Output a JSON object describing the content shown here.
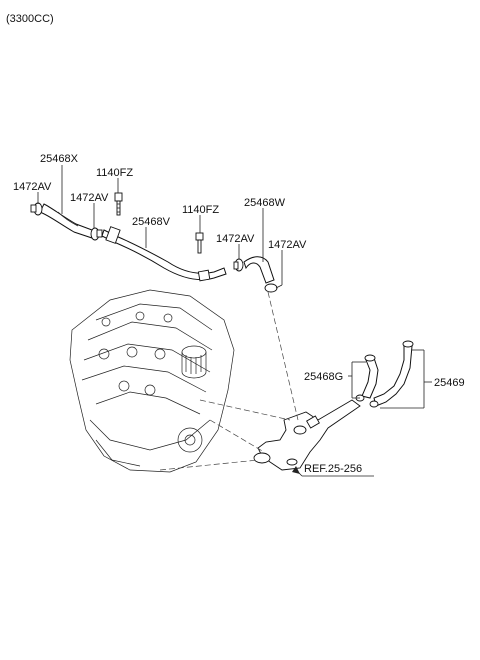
{
  "header": {
    "variant": "(3300CC)"
  },
  "labels": {
    "p25468X": "25468X",
    "p1472AV_a": "1472AV",
    "p1140FZ_a": "1140FZ",
    "p1472AV_b": "1472AV",
    "p25468V": "25468V",
    "p1140FZ_b": "1140FZ",
    "p25468W": "25468W",
    "p1472AV_c": "1472AV",
    "p1472AV_d": "1472AV",
    "p25468G": "25468G",
    "p25469": "25469",
    "ref": "REF.25-256"
  },
  "colors": {
    "line": "#222222",
    "background": "#ffffff"
  }
}
